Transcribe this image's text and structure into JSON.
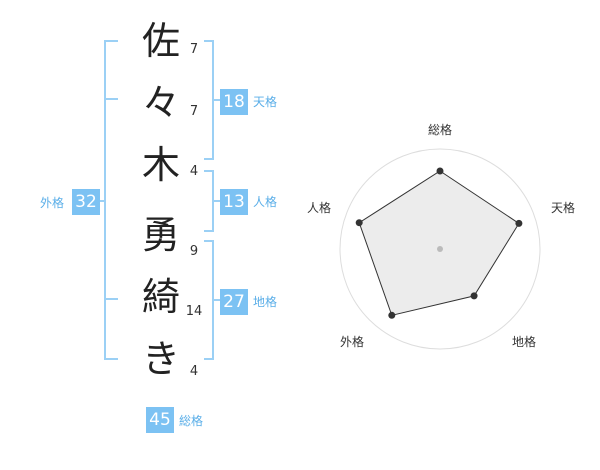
{
  "characters": [
    {
      "char": "佐",
      "strokes": "7"
    },
    {
      "char": "々",
      "strokes": "7"
    },
    {
      "char": "木",
      "strokes": "4"
    },
    {
      "char": "勇",
      "strokes": "9"
    },
    {
      "char": "綺",
      "strokes": "14"
    },
    {
      "char": "き",
      "strokes": "4"
    }
  ],
  "scores": {
    "tenkaku": {
      "value": "18",
      "label": "天格"
    },
    "jinkaku": {
      "value": "13",
      "label": "人格"
    },
    "chikaku": {
      "value": "27",
      "label": "地格"
    },
    "gaikaku": {
      "value": "32",
      "label": "外格"
    },
    "soukaku": {
      "value": "45",
      "label": "総格"
    }
  },
  "colors": {
    "badge": "#7cc2f3",
    "bracket": "#9bd0f5",
    "label": "#5aaee8"
  },
  "chart_data": {
    "type": "radar",
    "axes": [
      "総格",
      "天格",
      "地格",
      "外格",
      "人格"
    ],
    "values": [
      0.78,
      0.83,
      0.58,
      0.82,
      0.85
    ],
    "range": [
      0,
      1
    ],
    "rings": 4
  }
}
